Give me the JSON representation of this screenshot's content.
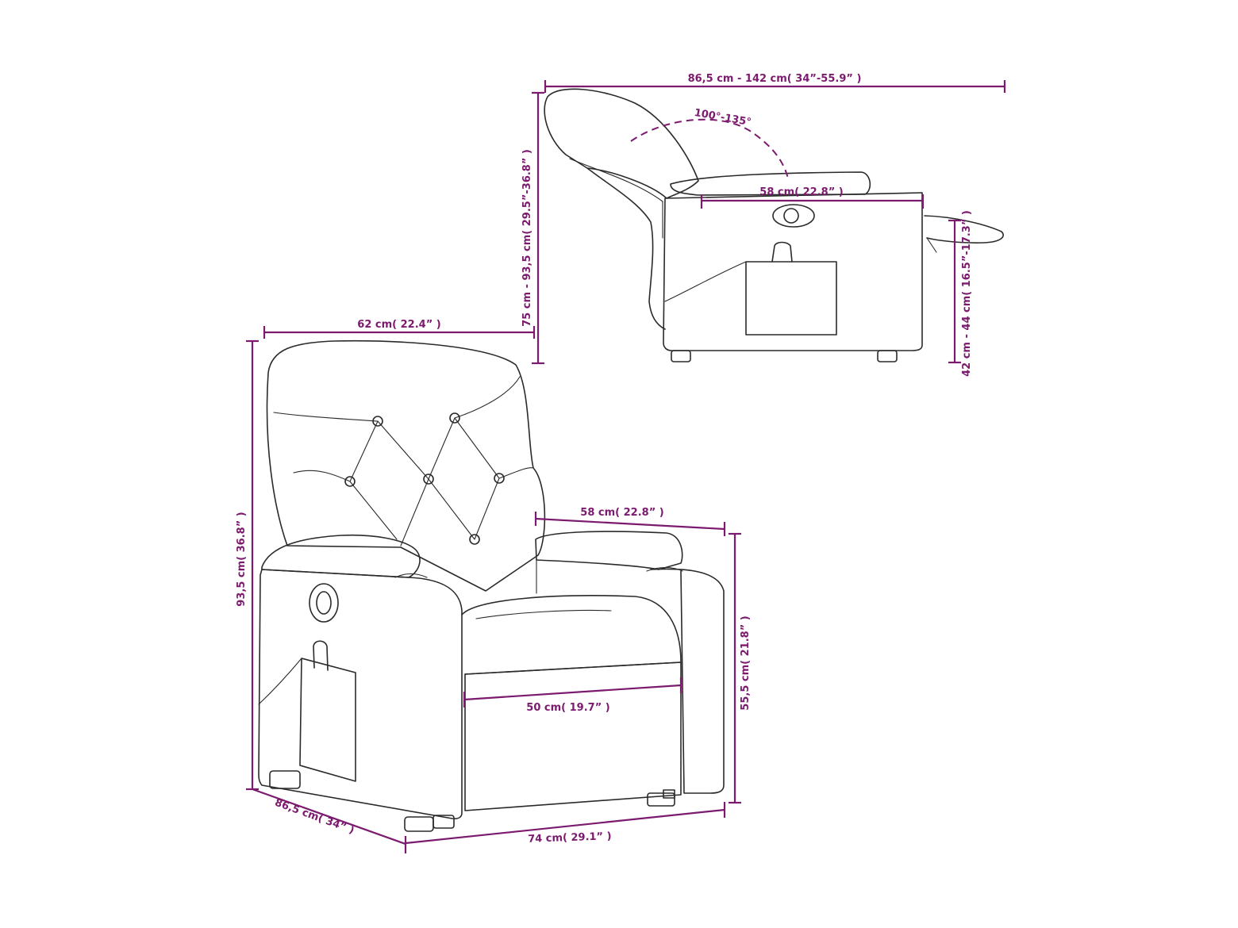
{
  "colors": {
    "dimension": "#7b1a6e",
    "outline": "#2a2a2a",
    "background": "#ffffff"
  },
  "side_view": {
    "length": "86,5 cm - 142 cm( 34”-55.9” )",
    "recline_angle": "100°-135°",
    "seat_depth": "58 cm( 22.8” )",
    "height": "75 cm - 93,5 cm( 29.5”-36.8” )",
    "seat_height": "42 cm - 44 cm( 16.5”-17.3” )"
  },
  "front_view": {
    "backrest_width": "62 cm( 22.4” )",
    "height": "93,5 cm( 36.8” )",
    "armrest_length": "58 cm( 22.8” )",
    "arm_height": "55,5 cm( 21.8” )",
    "seat_width": "50 cm( 19.7” )",
    "depth": "86,5 cm( 34” )",
    "width": "74 cm( 29.1” )"
  }
}
